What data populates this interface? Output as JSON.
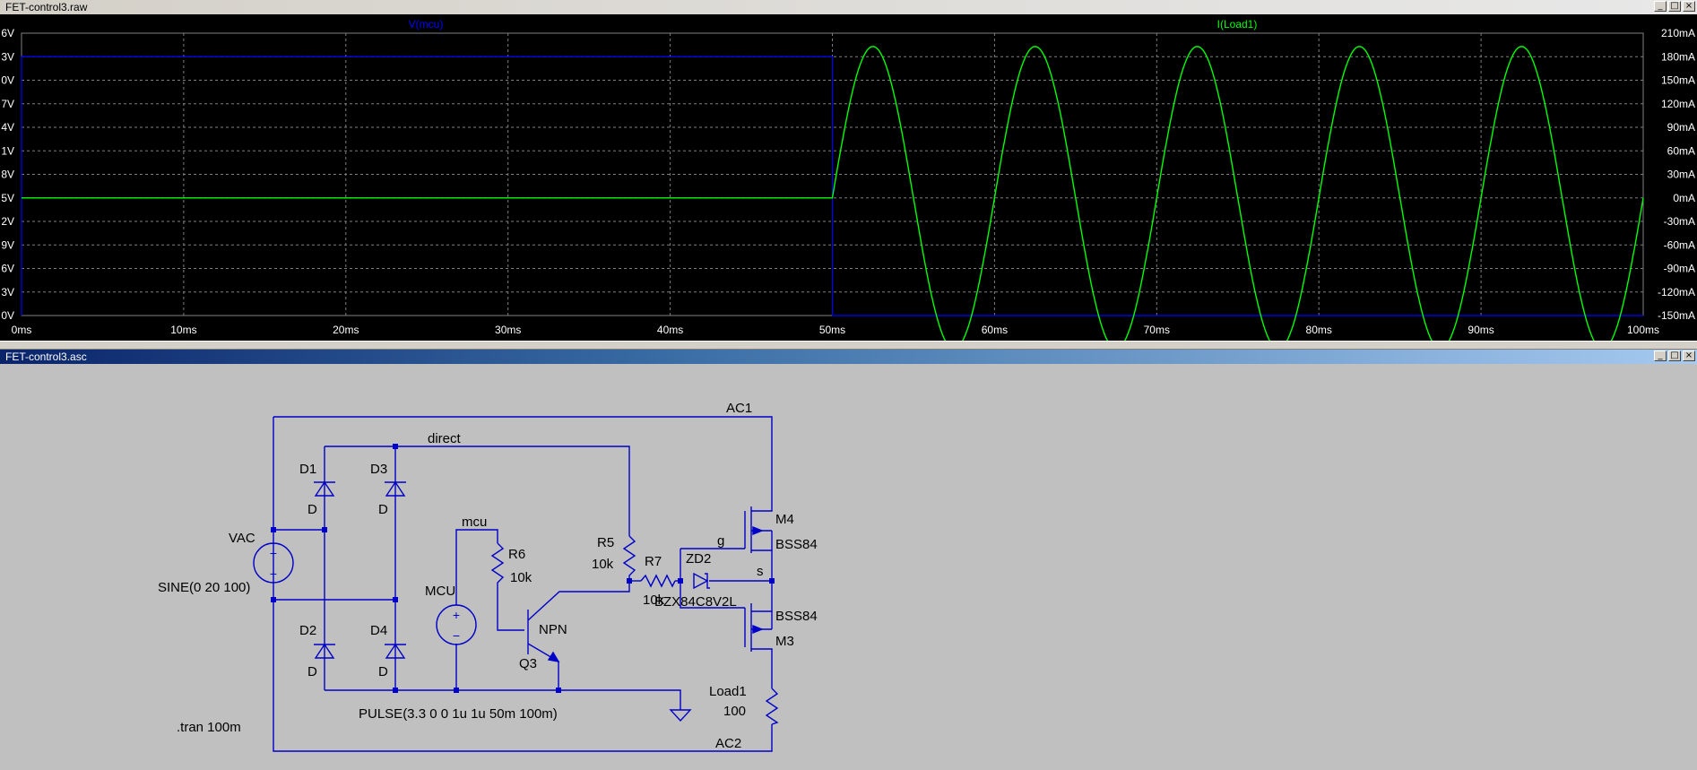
{
  "waveform_window": {
    "title": "FET-control3.raw",
    "buttons": [
      "_",
      "□",
      "×"
    ],
    "traces": {
      "left": {
        "label": "V(mcu)",
        "color": "#0000ff"
      },
      "right": {
        "label": "I(Load1)",
        "color": "#00ff00"
      }
    }
  },
  "schematic_window": {
    "title": "FET-control3.asc",
    "buttons": [
      "_",
      "□",
      "×"
    ],
    "labels": {
      "ac1": "AC1",
      "ac2": "AC2",
      "direct": "direct",
      "mcu_net": "mcu",
      "g_net": "g",
      "s_net": "s",
      "d1": "D1",
      "d1_model": "D",
      "d2": "D2",
      "d2_model": "D",
      "d3": "D3",
      "d3_model": "D",
      "d4": "D4",
      "d4_model": "D",
      "vac": "VAC",
      "vac_value": "SINE(0 20 100)",
      "mcu_src": "MCU",
      "mcu_value": "PULSE(3.3 0 0 1u 1u 50m 100m)",
      "r5": "R5",
      "r5_value": "10k",
      "r6": "R6",
      "r6_value": "10k",
      "r7": "R7",
      "r7_value": "10k",
      "zd2": "ZD2",
      "zd2_model": "BZX84C8V2L",
      "q3": "Q3",
      "q3_model": "NPN",
      "m4": "M4",
      "m4_model": "BSS84",
      "m3": "M3",
      "m3_model": "BSS84",
      "load": "Load1",
      "load_value": "100",
      "directive": ".tran 100m"
    }
  },
  "chart_data": {
    "type": "line",
    "xlabel": "",
    "x_unit": "ms",
    "xlim": [
      0,
      100
    ],
    "x_ticks": [
      "0ms",
      "10ms",
      "20ms",
      "30ms",
      "40ms",
      "50ms",
      "60ms",
      "70ms",
      "80ms",
      "90ms",
      "100ms"
    ],
    "left_ticks": [
      "6V",
      "3V",
      "0V",
      "7V",
      "4V",
      "1V",
      "8V",
      "5V",
      "2V",
      "9V",
      "6V",
      "3V",
      "0V"
    ],
    "right_ticks": [
      "210mA",
      "180mA",
      "150mA",
      "120mA",
      "90mA",
      "60mA",
      "30mA",
      "0mA",
      "-30mA",
      "-60mA",
      "-90mA",
      "-120mA",
      "-150mA"
    ],
    "right_ylim": [
      -150,
      210
    ],
    "grid": true,
    "series": [
      {
        "name": "V(mcu)",
        "color": "#0000ff",
        "axis": "left",
        "x": [
          0,
          0,
          50,
          50,
          100
        ],
        "y_mA_equiv": [
          -150,
          180,
          180,
          -150,
          -150
        ]
      },
      {
        "name": "I(Load1)",
        "color": "#00ff00",
        "axis": "right",
        "description_of_shape": "zero until 50ms, then 100Hz sine with ~193mA peak and small dead-zone near zero crossings",
        "peak_mA": 193,
        "start_ms": 50,
        "freq_hz": 100,
        "deadband_mA": 5
      }
    ]
  }
}
